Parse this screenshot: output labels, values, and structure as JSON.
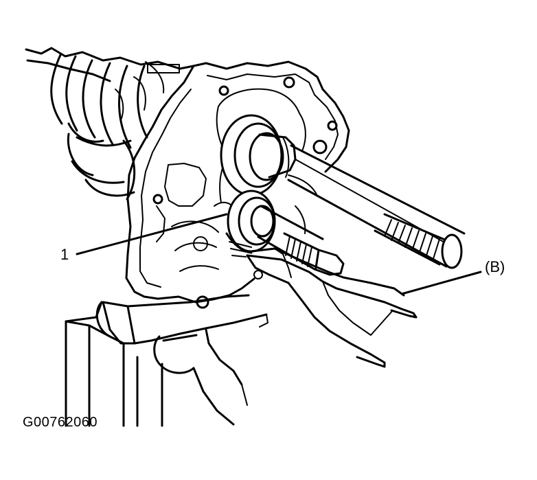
{
  "diagram": {
    "callouts": {
      "part_1": "1",
      "tool_b": "(B)"
    },
    "figure_id": "G00762060"
  },
  "colors": {
    "line": "#000000",
    "background": "#ffffff"
  }
}
